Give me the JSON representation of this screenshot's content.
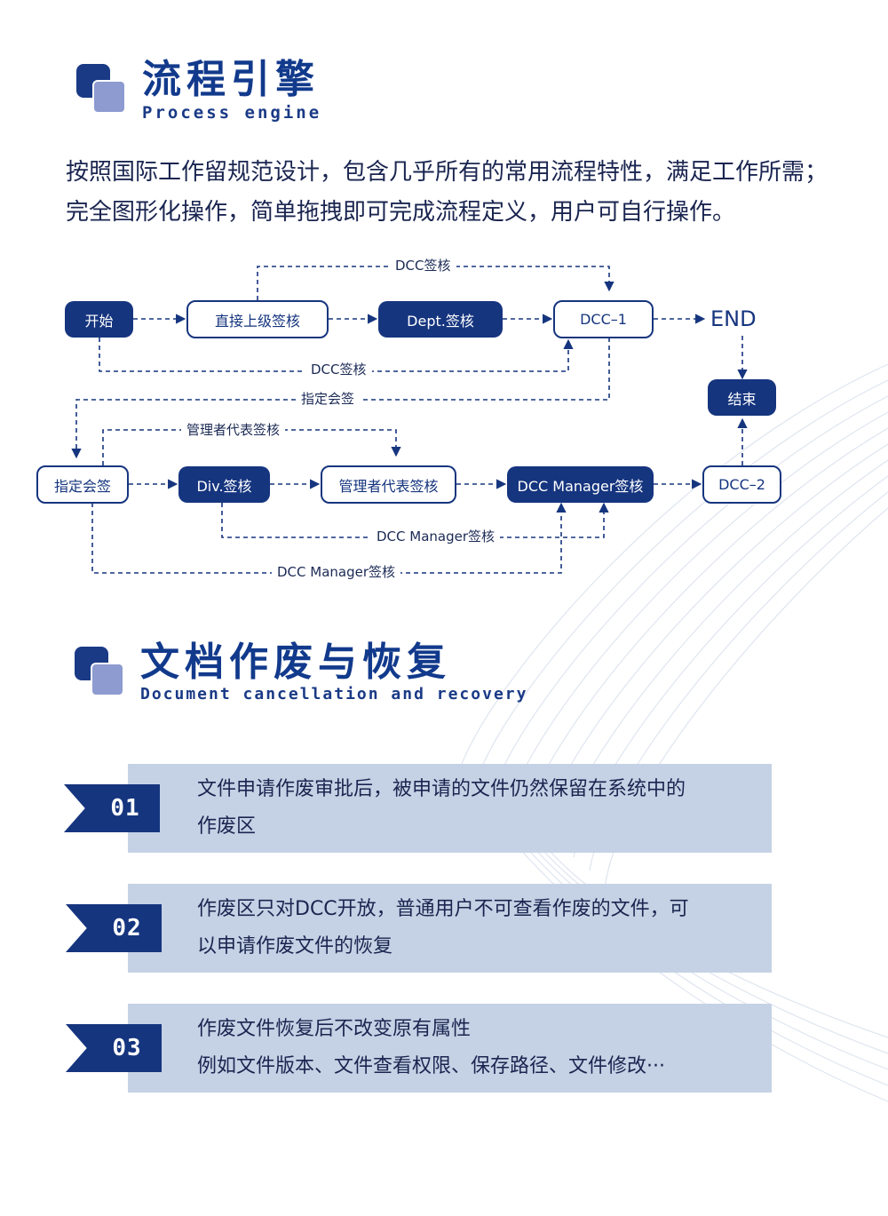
{
  "section1": {
    "title": "流程引擎",
    "subtitle": "Process engine",
    "intro": "按照国际工作留规范设计，包含几乎所有的常用流程特性，满足工作所需；完全图形化操作，简单拖拽即可完成流程定义，用户可自行操作。"
  },
  "flow": {
    "nodes": {
      "start": "开始",
      "direct_sign": "直接上级签核",
      "dept_sign": "Dept.签核",
      "dcc1": "DCC–1",
      "end_label": "END",
      "finish": "结束",
      "assign_sign": "指定会签",
      "div_sign": "Div.签核",
      "mgr_rep_sign": "管理者代表签核",
      "dcc_mgr_sign": "DCC Manager签核",
      "dcc2": "DCC–2"
    },
    "labels": {
      "dcc_top": "DCC签核",
      "dcc_mid": "DCC签核",
      "assign": "指定会签",
      "mgr_rep": "管理者代表签核",
      "dcc_mgr_1": "DCC Manager签核",
      "dcc_mgr_2": "DCC Manager签核"
    }
  },
  "section2": {
    "title": "文档作废与恢复",
    "subtitle": "Document cancellation and recovery"
  },
  "items": [
    {
      "num": "01",
      "line1": "文件申请作废审批后，被申请的文件仍然保留在系统中的",
      "line2": "作废区"
    },
    {
      "num": "02",
      "line1": "作废区只对DCC开放，普通用户不可查看作废的文件，可",
      "line2": "以申请作废文件的恢复"
    },
    {
      "num": "03",
      "line1": "作废文件恢复后不改变原有属性",
      "line2": "例如文件版本、文件查看权限、保存路径、文件修改···"
    }
  ],
  "colors": {
    "primary": "#16357f",
    "accent": "#8d9bd0",
    "bar": "#c5d2e5"
  }
}
